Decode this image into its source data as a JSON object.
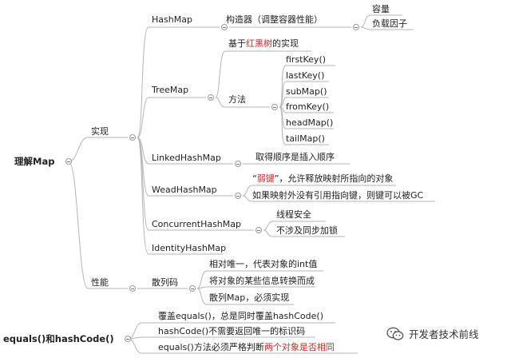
{
  "map": {
    "root": "理解Map",
    "impl": "实现",
    "perf": "性能",
    "hashmap": "HashMap",
    "hashmap_ctor": "构造器（调整容器性能）",
    "capacity": "容量",
    "load_factor": "负载因子",
    "treemap": "TreeMap",
    "treemap_rb_pre": "基于",
    "treemap_rb_red": "红黑树",
    "treemap_rb_post": "的实现",
    "methods": "方法",
    "method_items": [
      "firstKey()",
      "lastKey()",
      "subMap()",
      "fromKey()",
      "headMap()",
      "tailMap()"
    ],
    "linked": "LinkedHashMap",
    "linked_desc": "取得顺序是插入顺序",
    "weak": "WeadHashMap",
    "weak_d1_pre": "“",
    "weak_d1_red": "弱键",
    "weak_d1_post": "”，允许释放映射所指向的对象",
    "weak_d2": "如果映射外没有引用指向键，则键可以被GC",
    "conc": "ConcurrentHashMap",
    "conc_d1": "线程安全",
    "conc_d2": "不涉及同步加锁",
    "ident": "IdentityHashMap",
    "hash": "散列码",
    "hash_items": [
      "相对唯一，代表对象的int值",
      "将对象的某些信息转换而成",
      "散列Map，必须实现"
    ],
    "eq_root": "equals()和hashCode()",
    "eq_items": [
      "覆盖equals()，总是同时覆盖hashCode()",
      "hashCode()不需要返回唯一的标识码"
    ],
    "eq_last_pre": "equals()方法必须严格判断",
    "eq_last_red": "两个对象是否相同"
  },
  "watermark": {
    "text": "开发者技术前线",
    "icon": "wechat-icon"
  }
}
